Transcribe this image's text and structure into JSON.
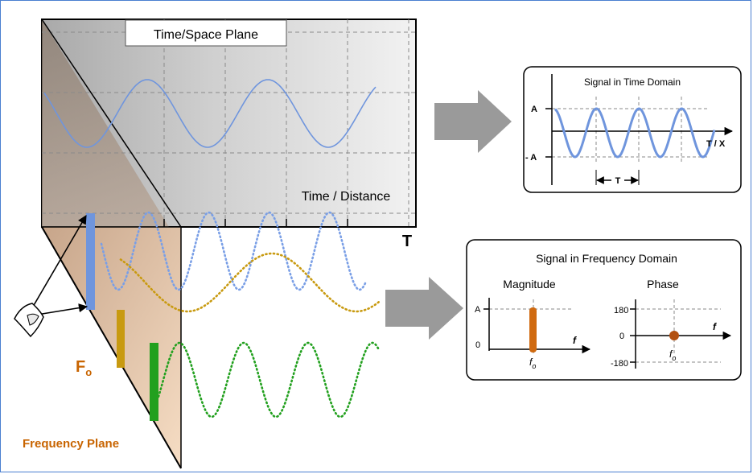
{
  "time_plane": {
    "title": "Time/Space Plane",
    "axis_label": "Time / Distance",
    "period_label": "T"
  },
  "frequency_plane": {
    "title": "Frequency Plane",
    "fo_label": "F",
    "fo_sub": "o"
  },
  "time_panel": {
    "title": "Signal in Time Domain",
    "pos_label": "A",
    "neg_label": "- A",
    "x_axis_label": "T / X",
    "period_label": "T"
  },
  "freq_panel": {
    "title": "Signal in Frequency Domain",
    "magnitude": {
      "title": "Magnitude",
      "a_label": "A",
      "zero_label": "0",
      "axis_label": "f",
      "fo_label": "f",
      "fo_sub": "o"
    },
    "phase": {
      "title": "Phase",
      "p180_label": "180",
      "zero_label": "0",
      "n180_label": "-180",
      "axis_label": "f",
      "fo_label": "f",
      "fo_sub": "o"
    }
  },
  "colors": {
    "blue_wave": "#6f95dd",
    "gold_wave": "#c89a10",
    "green_wave": "#22a01e",
    "orange_mag": "#d06a10",
    "arrow_gray": "#9a9a9a",
    "brown_label": "#c86400"
  }
}
